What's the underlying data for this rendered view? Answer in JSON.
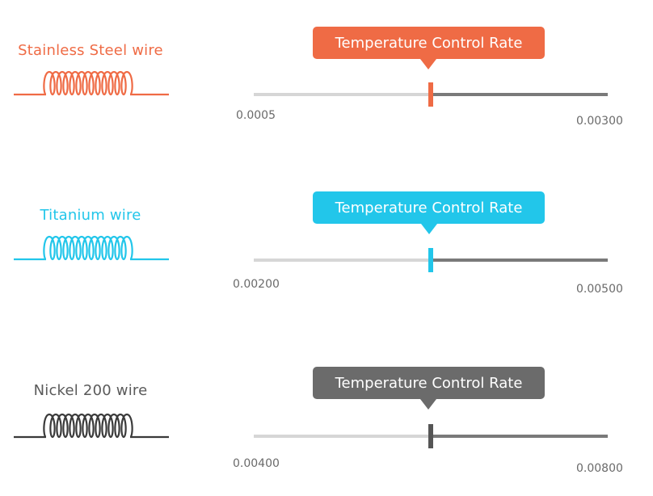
{
  "rows": [
    {
      "wire_label": "Stainless Steel wire",
      "coil_icon": "coil-icon",
      "tooltip": "Temperature Control Rate",
      "min": "0.0005",
      "max": "0.00300",
      "slider_value_fraction": 0.5,
      "color": "#ef6b45"
    },
    {
      "wire_label": "Titanium wire",
      "coil_icon": "coil-icon",
      "tooltip": "Temperature Control Rate",
      "min": "0.00200",
      "max": "0.00500",
      "slider_value_fraction": 0.5,
      "color": "#22c6ea"
    },
    {
      "wire_label": "Nickel  200 wire",
      "coil_icon": "coil-icon",
      "tooltip": "Temperature Control Rate",
      "min": "0.00400",
      "max": "0.00800",
      "slider_value_fraction": 0.5,
      "color": "#6b6b6b"
    }
  ]
}
